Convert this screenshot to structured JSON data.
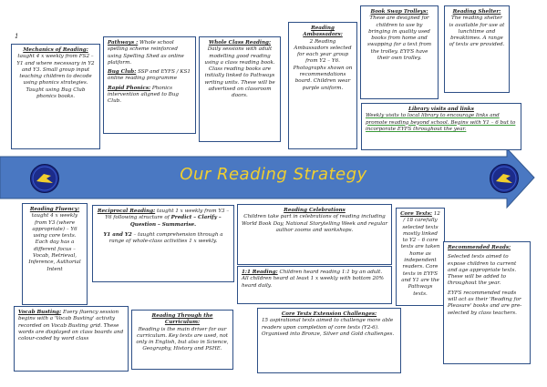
{
  "title": "Our Reading Strategy",
  "page_number": "1",
  "boxes": {
    "mechanics": {
      "heading": "Mechanics of Reading:",
      "body": "taught 4 x weekly from FS2 – Y1 and where necessary in Y2 and Y3. Small group input teaching children to decode using phonics strategies. Taught using Bug Club phonics books."
    },
    "pathways": {
      "p1_heading": "Pathways :",
      "p1_body": "Whole school spelling scheme reinforced using Spelling Shed as online platform.",
      "p2_heading": "Bug Club:",
      "p2_body": "SSP and EYFS / KS1 online reading programme",
      "p3_heading": "Rapid Phonics:",
      "p3_body": "Phonics intervention aligned to Bug Club."
    },
    "whole_class": {
      "heading": "Whole Class Reading:",
      "body": "Daily sessions with adult modelling good reading using a class reading book. Class reading books are initially linked to Pathways writing units. These will be advertised on classroom doors."
    },
    "ambassadors": {
      "heading": "Reading Ambassadors:",
      "body": "2 Reading Ambassadors selected for each year group from Y2 – Y6. Photographs shown on recommendations board. Children wear purple uniform."
    },
    "book_swap": {
      "heading": "Book Swap Trolleys:",
      "body": "These are designed for children to use by bringing in quality used books from home and swapping for a text from the trolley. EYFS have their own trolley."
    },
    "shelter": {
      "heading": "Reading Shelter:",
      "body": "The reading shelter is available for use at lunchtime and breaktimes. A range of texts are provided."
    },
    "library": {
      "heading": "Library visits and links",
      "body": "Weekly visits to local library to encourage links and promote reading beyond school. Begins with Y1 – 6 but to incorporate EYFS throughout the year."
    },
    "fluency": {
      "heading": "Reading Fluency:",
      "body": "taught 4 x weekly from Y3 (where appropriate) – Y6 using core texts. Each day has a different focus – Vocab, Retrieval, Inference, Authorial Intent"
    },
    "reciprocal": {
      "heading": "Reciprocal Reading:",
      "body": "taught 1 x weekly from Y3 – Y6 following structure of",
      "strategy": "Predict – Clarify – Question – Summarise.",
      "p2_heading": "Y1 and Y2",
      "p2_body": "– taught comprehension through a range of whole-class activities 1 x weekly."
    },
    "celebrations": {
      "heading": "Reading Celebrations",
      "body": "Children take part in celebrations of reading including World Book Day, National Storytelling Week and regular author zooms and workshops."
    },
    "core_texts": {
      "heading": "Core Texts:",
      "body": "12 / 18 carefully selected texts mostly linked to Y2 – 6 core texts are taken home as independent readers. Core texts in EYFS and Y1 are the Pathways texts."
    },
    "recommended": {
      "heading": "Recommended Reads:",
      "p1": "Selected texts aimed to expose children to current and age appropriate texts. These will be added to throughout the year.",
      "p2": "EYFS recommended reads will act as their 'Reading for Pleasure' books and are pre-selected by class teachers."
    },
    "one_to_one": {
      "heading": "1:1 Reading:",
      "body": "Children heard reading 1:1 by an adult. All children heard at least 1 x weekly with bottom 20% heard daily."
    },
    "vocab": {
      "heading": "Vocab Busting:",
      "body": "Every fluency session begins with a 'Vocab Busting' activity recorded on Vocab Busting grid. These words are displayed on class boards and colour-coded by word class"
    },
    "curriculum": {
      "heading": "Reading Through the Curriculum:",
      "body": "Reading is the main driver for our curriculum. Key texts are used, not only in English, but also in Science, Geography, History and PSHE."
    },
    "extension": {
      "heading": "Core Texts Extension Challenges:",
      "body": "15 aspirational texts aimed to challenge more able readers upon completion of core texts (Y2-6). Organised into Bronze, Silver and Gold challenges."
    }
  },
  "colors": {
    "arrow": "#4a78c2",
    "title": "#f1cf2f",
    "border": "#2d4f86",
    "emblem": "#1c2c8a"
  }
}
